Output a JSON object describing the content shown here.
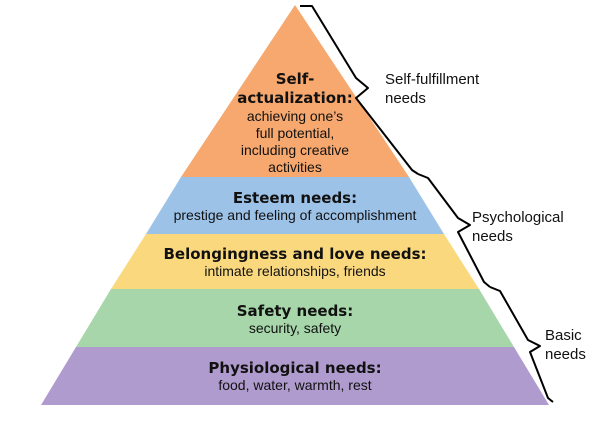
{
  "levels": {
    "self_actualization": {
      "title_line1": "Self-",
      "title_line2": "actualization:",
      "desc_line1": "achieving one’s",
      "desc_line2": "full potential,",
      "desc_line3": "including creative",
      "desc_line4": "activities",
      "color": "#F7A86E"
    },
    "esteem": {
      "title": "Esteem needs:",
      "desc": "prestige and feeling of accomplishment",
      "color": "#9DC2E8"
    },
    "belongingness": {
      "title": "Belongingness and love needs:",
      "desc": "intimate relationships, friends",
      "color": "#FAD97E"
    },
    "safety": {
      "title": "Safety needs:",
      "desc": "security, safety",
      "color": "#A6D6A9"
    },
    "physiological": {
      "title": "Physiological needs:",
      "desc": "food, water, warmth, rest",
      "color": "#B09BCE"
    }
  },
  "groups": {
    "self_fulfillment": {
      "line1": "Self-fulfillment",
      "line2": "needs"
    },
    "psychological": {
      "line1": "Psychological",
      "line2": "needs"
    },
    "basic": {
      "line1": "Basic",
      "line2": "needs"
    }
  }
}
